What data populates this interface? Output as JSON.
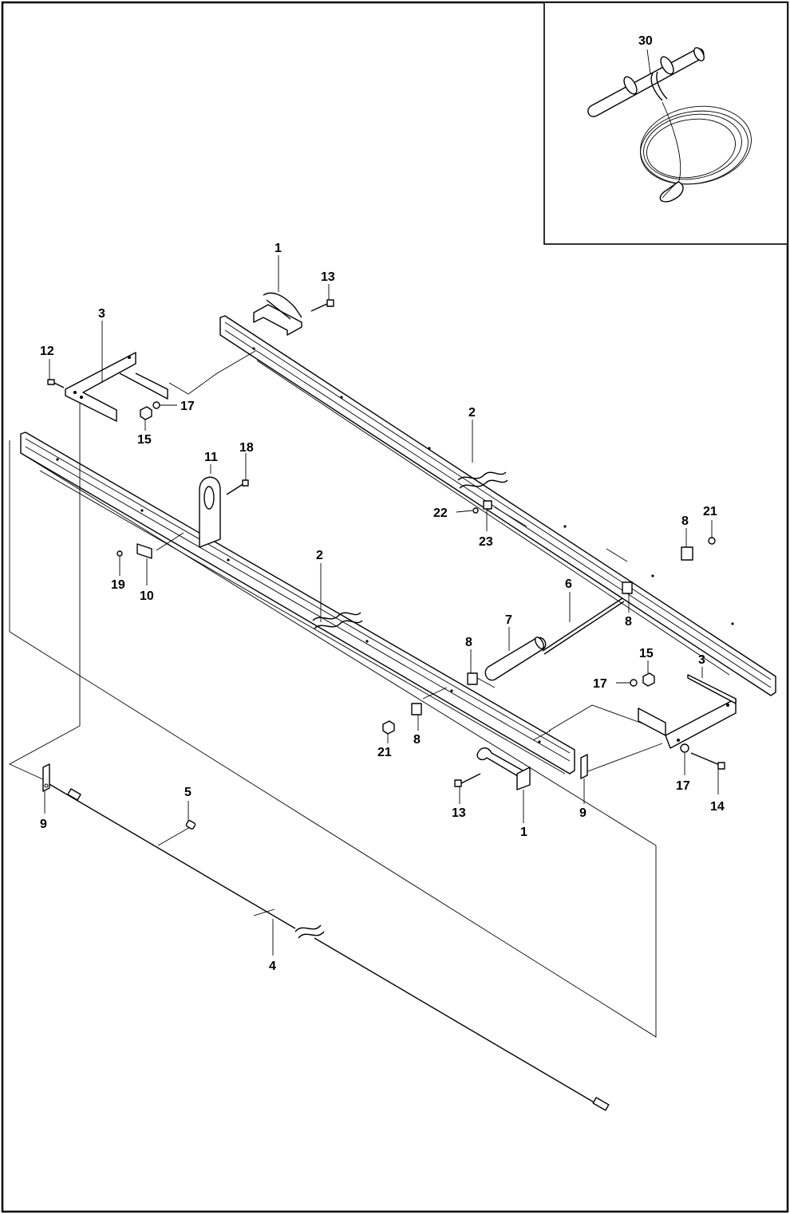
{
  "callouts": {
    "c30": "30",
    "c1a": "1",
    "c13a": "13",
    "c3a": "3",
    "c12": "12",
    "c17a": "17",
    "c15a": "15",
    "c2a": "2",
    "c11": "11",
    "c18": "18",
    "c22": "22",
    "c23": "23",
    "c8a": "8",
    "c21a": "21",
    "c19": "19",
    "c10": "10",
    "c2b": "2",
    "c6": "6",
    "c7": "7",
    "c8b": "8",
    "c8c": "8",
    "c15b": "15",
    "c3b": "3",
    "c17b": "17",
    "c21b": "21",
    "c8d": "8",
    "c9a": "9",
    "c5": "5",
    "c13b": "13",
    "c1b": "1",
    "c9b": "9",
    "c17c": "17",
    "c14": "14",
    "c4": "4"
  }
}
